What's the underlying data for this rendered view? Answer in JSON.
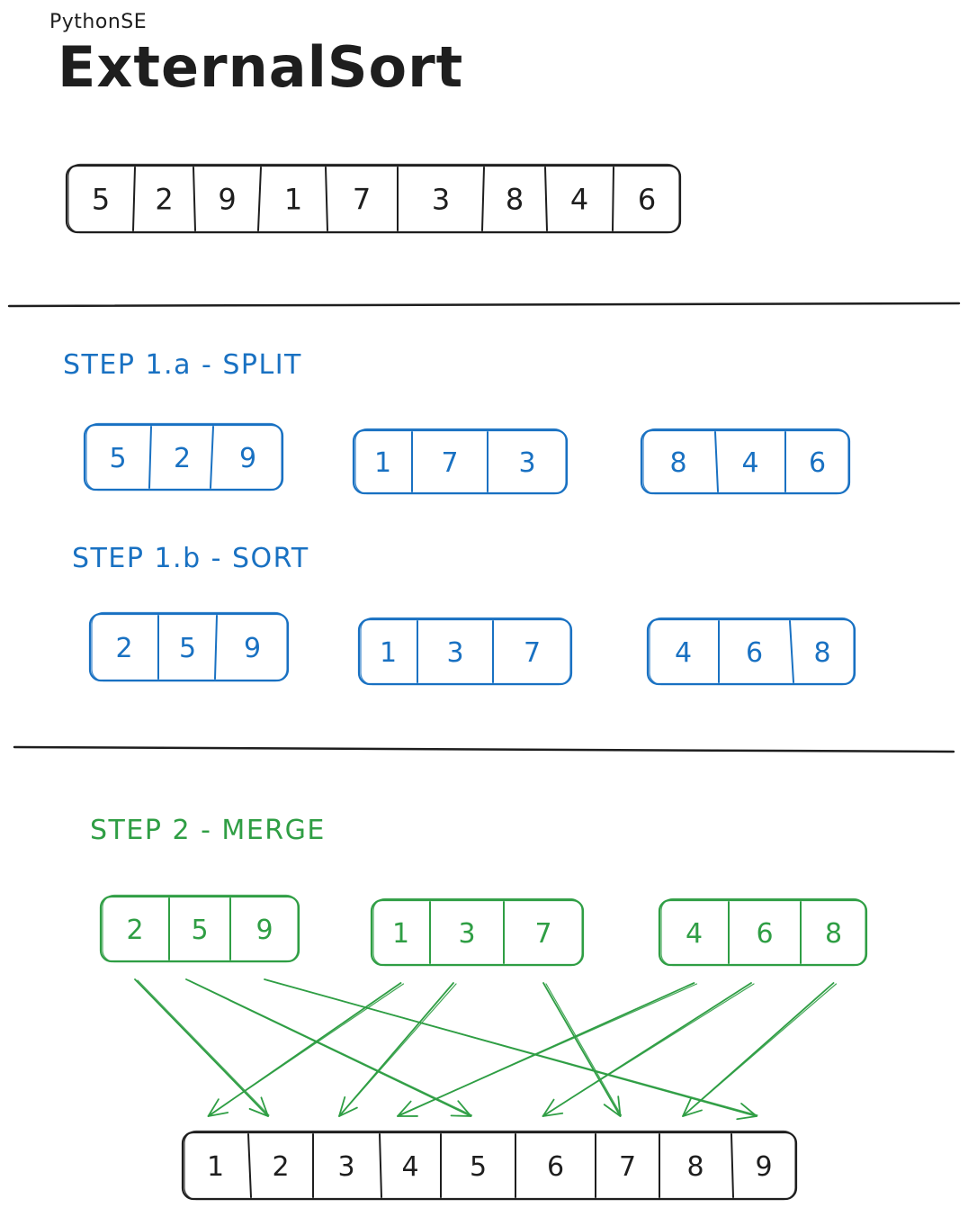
{
  "brand": "PythonSE",
  "title": "ExternalSort",
  "input_array": [
    "5",
    "2",
    "9",
    "1",
    "7",
    "3",
    "8",
    "4",
    "6"
  ],
  "step_split": {
    "label": "STEP 1.a - SPLIT",
    "chunks": [
      [
        "5",
        "2",
        "9"
      ],
      [
        "1",
        "7",
        "3"
      ],
      [
        "8",
        "4",
        "6"
      ]
    ]
  },
  "step_sort": {
    "label": "STEP 1.b - SORT",
    "chunks": [
      [
        "2",
        "5",
        "9"
      ],
      [
        "1",
        "3",
        "7"
      ],
      [
        "4",
        "6",
        "8"
      ]
    ]
  },
  "step_merge": {
    "label": "STEP 2 - MERGE",
    "chunks": [
      [
        "2",
        "5",
        "9"
      ],
      [
        "1",
        "3",
        "7"
      ],
      [
        "4",
        "6",
        "8"
      ]
    ],
    "result": [
      "1",
      "2",
      "3",
      "4",
      "5",
      "6",
      "7",
      "8",
      "9"
    ]
  },
  "colors": {
    "ink": "#1e1e1e",
    "split_sort": "#1971c2",
    "merge": "#2f9e44"
  }
}
